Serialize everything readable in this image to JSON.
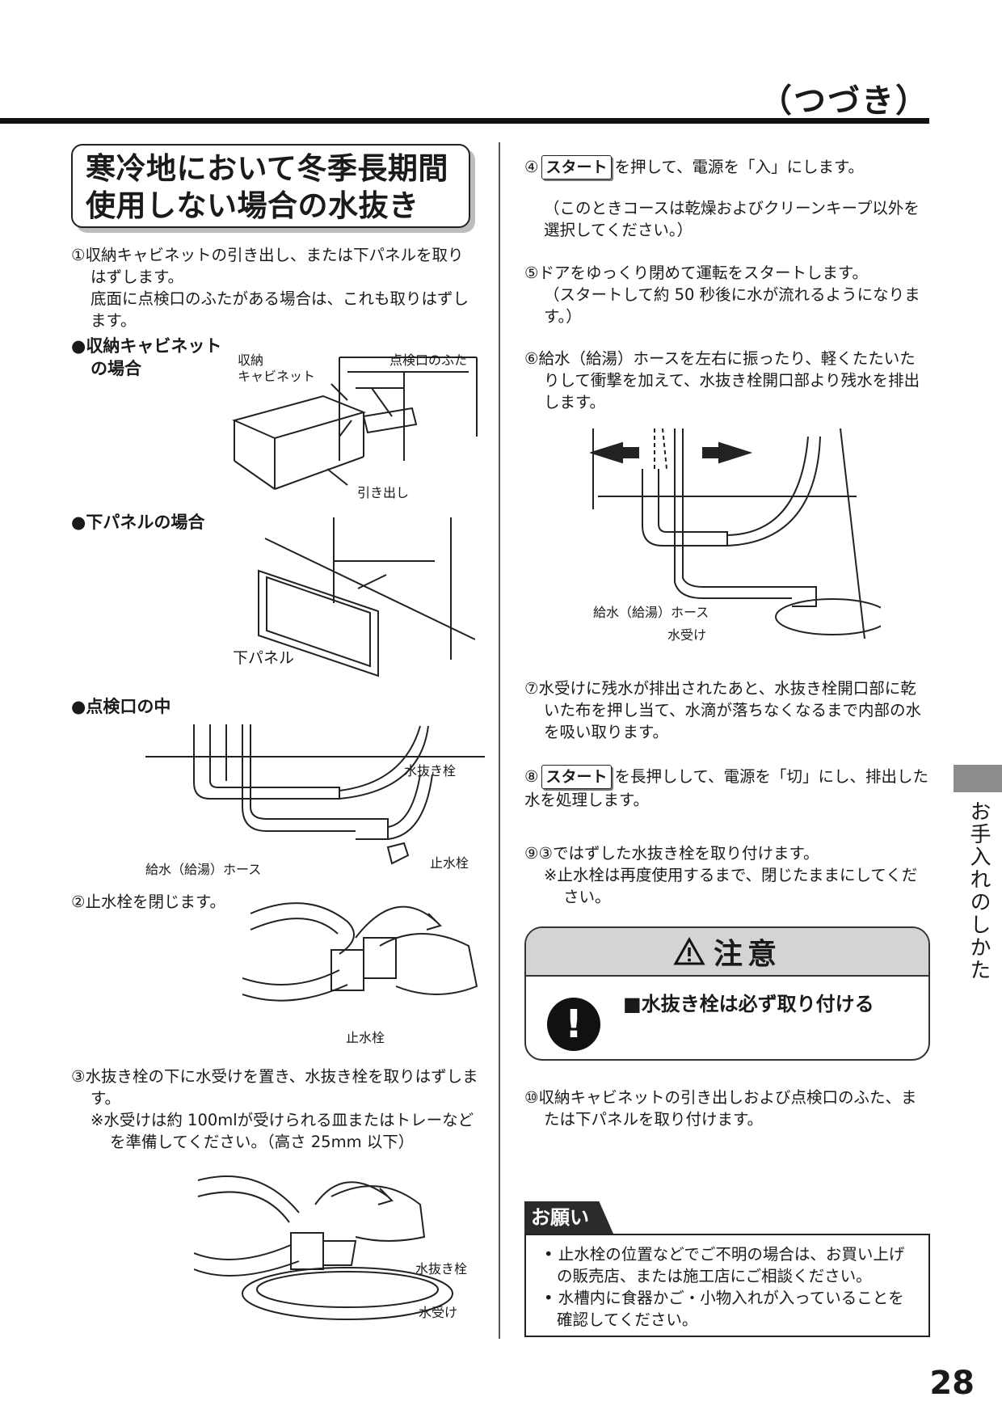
{
  "header": {
    "continued": "（つづき）"
  },
  "title": {
    "line1": "寒冷地において冬季長期間",
    "line2": "使用しない場合の水抜き"
  },
  "left": {
    "step1": {
      "text1": "①収納キャビネットの引き出し、または下パネルを取りはずします。",
      "text2": "底面に点検口のふたがある場合は、これも取りはずします。"
    },
    "cabinet": {
      "head1": "●収納キャビネット",
      "head2": "の場合",
      "label_cabinet1": "収納",
      "label_cabinet2": "キャビネット",
      "label_lid": "点検口のふた",
      "label_drawer": "引き出し"
    },
    "panel": {
      "head": "●下パネルの場合",
      "label_panel": "下パネル"
    },
    "inspection": {
      "head": "●点検口の中",
      "label_drain_plug": "水抜き栓",
      "label_hose": "給水（給湯）ホース",
      "label_stop_valve": "止水栓"
    },
    "step2": {
      "text": "②止水栓を閉じます。",
      "label_stop_valve": "止水栓"
    },
    "step3": {
      "text": "③水抜き栓の下に水受けを置き、水抜き栓を取りはずします。",
      "note": "※水受けは約 100mlが受けられる皿またはトレーなどを準備してください。（高さ 25mm 以下）",
      "label_drain_plug": "水抜き栓",
      "label_tray": "水受け"
    }
  },
  "right": {
    "step4": {
      "num": "④",
      "key": "スタート",
      "text": "を押して、電源を「入」にします。",
      "sub": "（このときコースは乾燥およびクリーンキープ以外を選択してください。）"
    },
    "step5": {
      "text": "⑤ドアをゆっくり閉めて運転をスタートします。",
      "sub": "（スタートして約 50 秒後に水が流れるようになります。）"
    },
    "step6": {
      "text": "⑥給水（給湯）ホースを左右に振ったり、軽くたたいたりして衝撃を加えて、水抜き栓開口部より残水を排出します。",
      "label_hose": "給水（給湯）ホース",
      "label_tray": "水受け"
    },
    "step7": {
      "text": "⑦水受けに残水が排出されたあと、水抜き栓開口部に乾いた布を押し当て、水滴が落ちなくなるまで内部の水を吸い取ります。"
    },
    "step8": {
      "num": "⑧",
      "key": "スタート",
      "text": "を長押しして、電源を「切」にし、排出した水を処理します。"
    },
    "step9": {
      "text": "⑨③ではずした水抜き栓を取り付けます。",
      "note": "※止水栓は再度使用するまで、閉じたままにしてください。"
    },
    "caution": {
      "title": "注意",
      "text": "■水抜き栓は必ず取り付ける"
    },
    "step10": {
      "text": "⑩収納キャビネットの引き出しおよび点検口のふた、または下パネルを取り付けます。"
    },
    "request": {
      "tab": "お願い",
      "item1": "止水栓の位置などでご不明の場合は、お買い上げの販売店、または施工店にご相談ください。",
      "item2": "水槽内に食器かご・小物入れが入っていることを確認してください。"
    }
  },
  "side": {
    "text": "お手入れのしかた"
  },
  "page": {
    "number": "28"
  }
}
